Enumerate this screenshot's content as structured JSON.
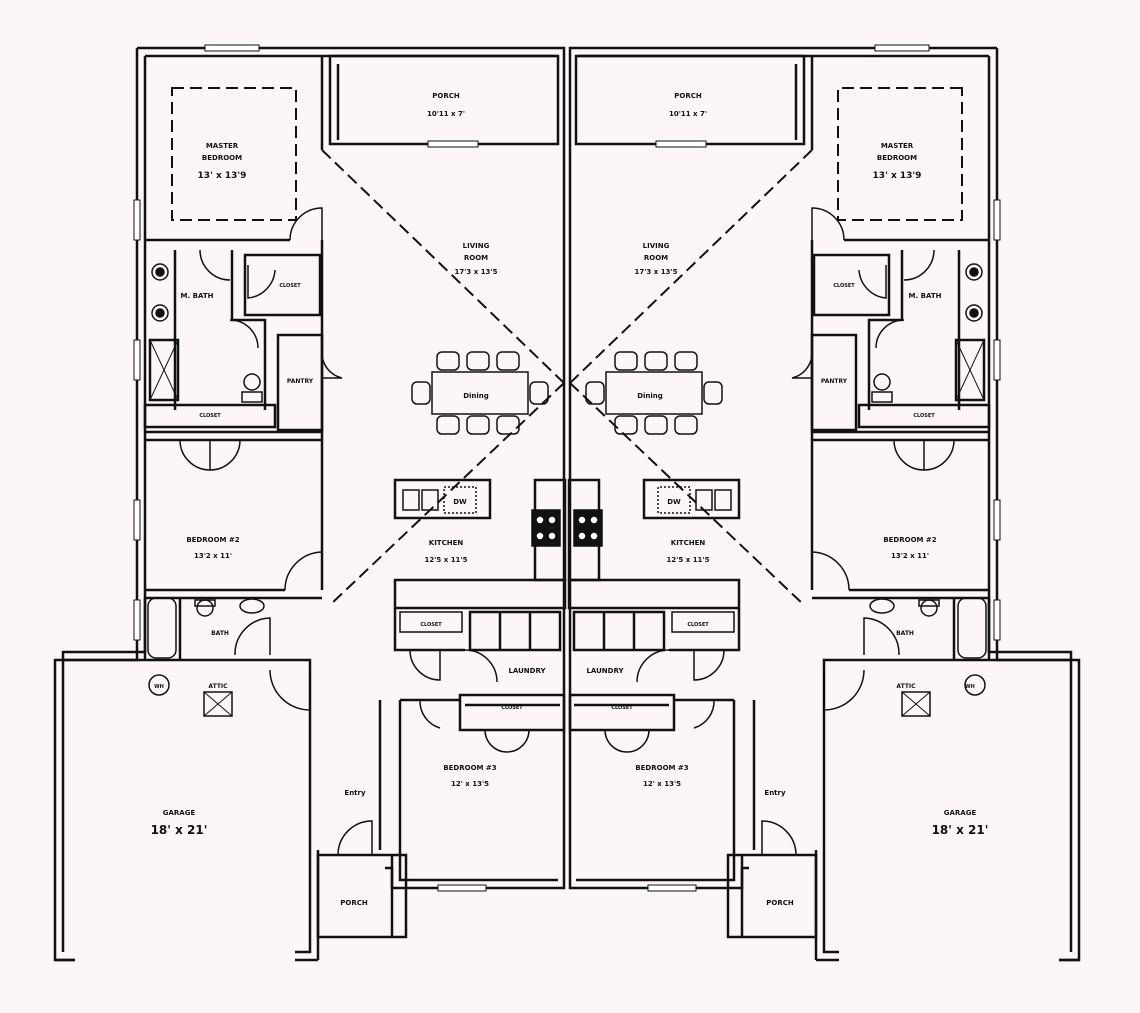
{
  "rooms": {
    "porch_top": {
      "name": "PORCH",
      "size": "10'11 x 7'"
    },
    "master": {
      "name1": "MASTER",
      "name2": "BEDROOM",
      "size": "13' x 13'9"
    },
    "living": {
      "name1": "LIVING",
      "name2": "ROOM",
      "size": "17'3 x 13'5"
    },
    "m_bath": "M. BATH",
    "closet": "CLOSET",
    "pantry": "PANTRY",
    "dining": "Dining",
    "dw": "DW",
    "kitchen": {
      "name": "KITCHEN",
      "size": "12'5 x 11'5"
    },
    "bedroom2": {
      "name": "BEDROOM #2",
      "size": "13'2 x 11'"
    },
    "bath": "BATH",
    "laundry": "LAUNDRY",
    "wh": "WH",
    "attic": "ATTIC",
    "bedroom3": {
      "name": "BEDROOM #3",
      "size": "12' x 13'5"
    },
    "entry": "Entry",
    "garage": {
      "name": "GARAGE",
      "size": "18' x 21'"
    },
    "porch_front": "PORCH"
  }
}
